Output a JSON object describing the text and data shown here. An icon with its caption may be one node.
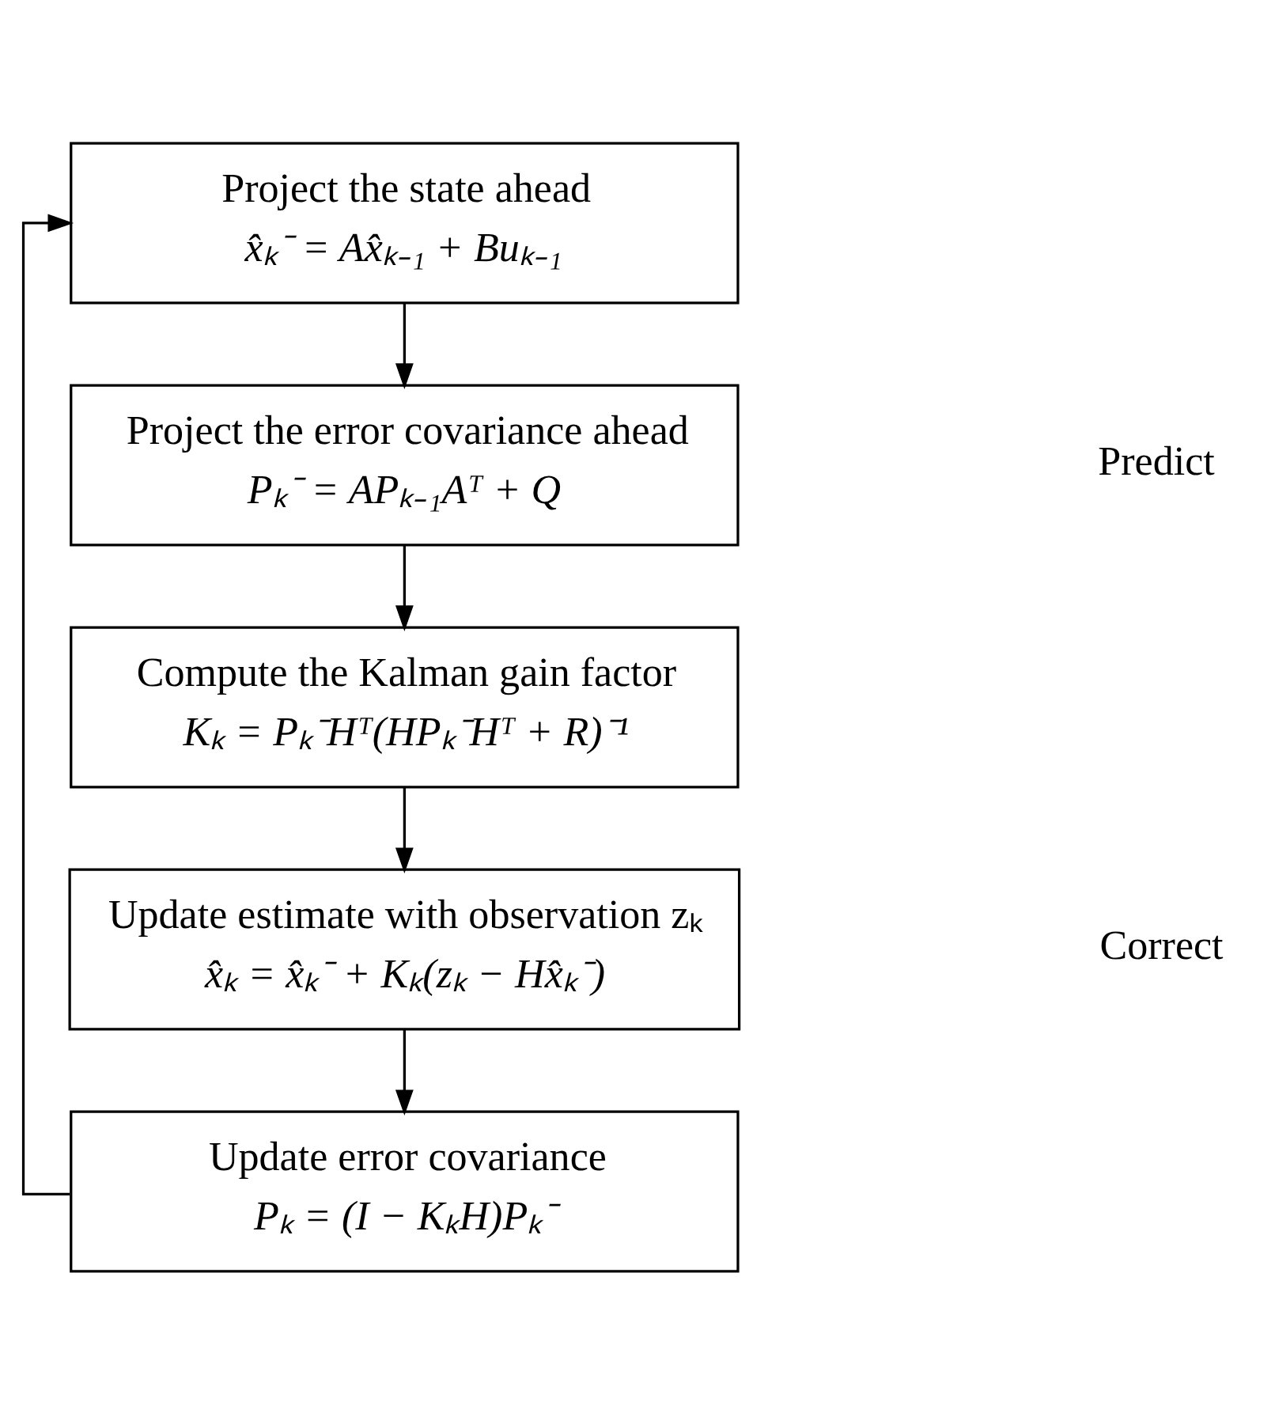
{
  "diagram": {
    "nodes": [
      {
        "text": [
          "Project the state ahead",
          "x̂ₖ⁻ = Ax̂ₖ₋₁ + Buₖ₋₁"
        ]
      },
      {
        "text": [
          "Project the error covariance ahead",
          "Pₖ⁻ = APₖ₋₁Aᵀ + Q"
        ]
      },
      {
        "text": [
          "Compute the Kalman gain factor",
          "Kₖ = Pₖ⁻Hᵀ(HPₖ⁻Hᵀ + R)⁻¹"
        ]
      },
      {
        "text": [
          "Update estimate with observation zₖ",
          "x̂ₖ = x̂ₖ⁻ + Kₖ(zₖ − Hx̂ₖ⁻)"
        ]
      },
      {
        "text": [
          "Update error covariance",
          "Pₖ = (I − KₖH)Pₖ⁻"
        ]
      }
    ],
    "edges": [
      {
        "from": 0,
        "to": 1,
        "arrow": "to"
      },
      {
        "from": 1,
        "to": 2,
        "arrow": "to"
      },
      {
        "from": 2,
        "to": 3,
        "arrow": "to"
      },
      {
        "from": 3,
        "to": 4,
        "arrow": "to"
      },
      {
        "from": 4,
        "to": 0,
        "arrow": "to"
      }
    ],
    "labels": [
      "Predict",
      "Correct"
    ]
  }
}
